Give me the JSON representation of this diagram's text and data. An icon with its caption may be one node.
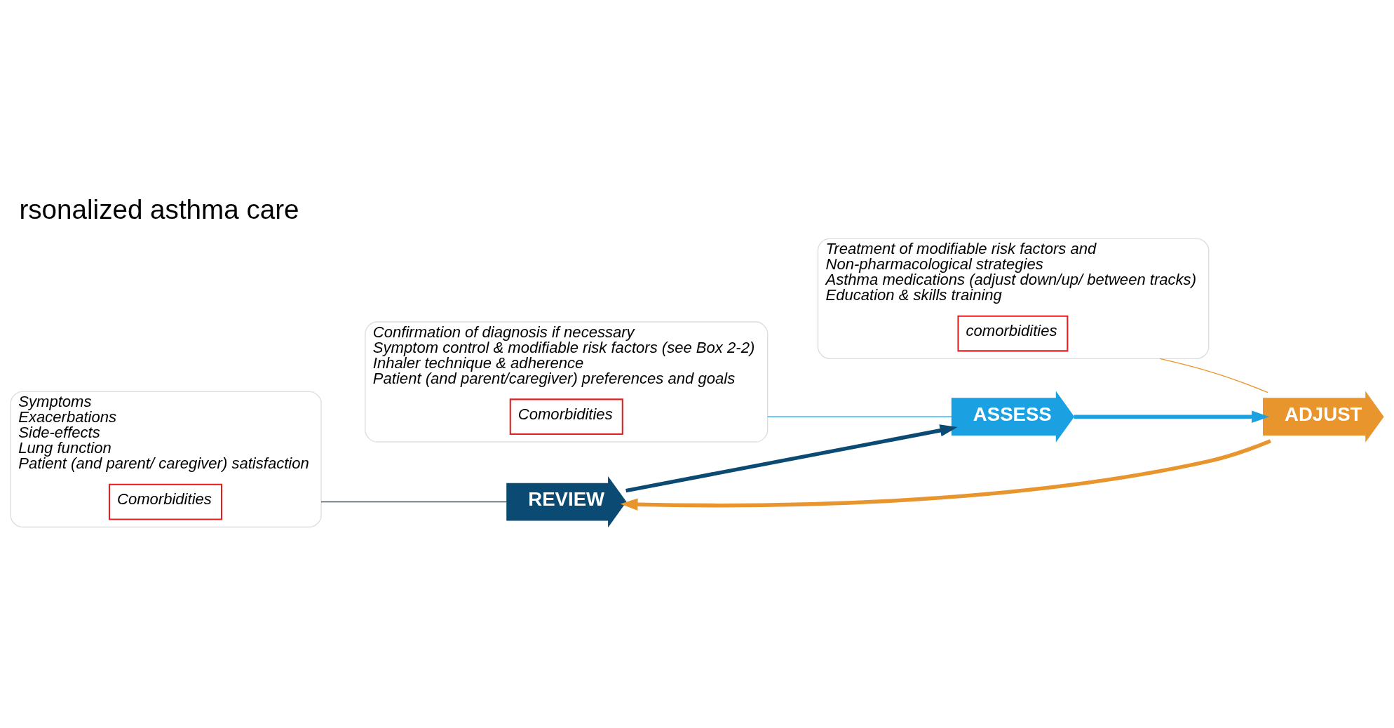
{
  "diagram": {
    "title": "rsonalized asthma care",
    "nodes": [
      {
        "text": [
          "REVIEW"
        ]
      },
      {
        "text": [
          "ASSESS"
        ]
      },
      {
        "text": [
          "ADJUST"
        ]
      },
      {
        "text": [
          "Confirmation of diagnosis if necessary",
          "Symptom control & modifiable risk factors (see Box 2-2)",
          "Inhaler technique & adherence",
          "Patient (and parent/caregiver) preferences and goals"
        ]
      },
      {
        "text": [
          "Comorbidities"
        ],
        "in": 3
      },
      {
        "text": [
          "Symptoms",
          "Exacerbations",
          "Side-effects",
          "Lung function",
          "Patient (and parent/ caregiver) satisfaction"
        ]
      },
      {
        "text": [
          "Comorbidities"
        ],
        "in": 5
      },
      {
        "text": [
          "Treatment of modifiable risk factors and",
          "Non-pharmacological strategies",
          "Asthma medications (adjust down/up/ between tracks)",
          "Education & skills training"
        ]
      },
      {
        "text": [
          "comorbidities"
        ],
        "in": 7
      }
    ],
    "edges": [
      {
        "from": 0,
        "to": 1,
        "arrow": "to",
        "style": "thick",
        "color": "#0b4a72"
      },
      {
        "from": 1,
        "to": 2,
        "arrow": "to",
        "style": "thick",
        "color": "#1ba1e2"
      },
      {
        "from": 2,
        "to": 0,
        "arrow": "to",
        "style": "thick",
        "color": "#e8952e"
      },
      {
        "from": 5,
        "to": 0,
        "arrow": "none",
        "color": "#0b4a72"
      },
      {
        "from": 3,
        "to": 1,
        "arrow": "none",
        "color": "#1ba1e2"
      },
      {
        "from": 7,
        "to": 2,
        "arrow": "none",
        "color": "#e8952e"
      }
    ]
  }
}
